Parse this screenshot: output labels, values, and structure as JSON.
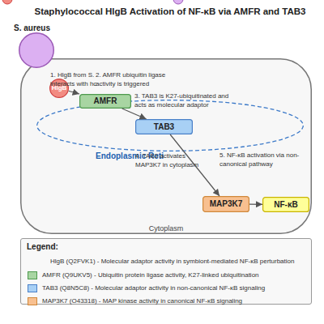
{
  "diagram": {
    "title": "Staphylococcal HlgB Activation of NF-κB via AMFR and TAB3",
    "nodes": [
      {
        "text": [
          "S. aureus"
        ]
      },
      {
        "text": [
          "Cytoplasm"
        ]
      },
      {
        "text": [
          "HlgB"
        ],
        "in": 1
      },
      {
        "text": [
          "Endoplasmic Reti"
        ],
        "in": 1
      },
      {
        "text": [
          "AMFR"
        ],
        "in": 3
      },
      {
        "text": [
          "TAB3"
        ],
        "in": 3
      },
      {
        "text": [
          "MAP3K7"
        ],
        "in": 1
      },
      {
        "text": [
          "NF-κB"
        ],
        "in": 1
      }
    ],
    "edges": [
      {
        "from": 2,
        "to": 4,
        "arrow": "to"
      },
      {
        "from": 4,
        "to": 5,
        "arrow": "to"
      },
      {
        "from": 5,
        "to": 6,
        "arrow": "to"
      },
      {
        "from": 6,
        "to": 7,
        "arrow": "to"
      }
    ],
    "labels": [
      "1. HlgB from S. interacts with hc",
      "2. AMFR ubiquitin ligase activity is triggered",
      "3. TAB3 is K27-ubiquitinated and acts as molecular adaptor",
      "4. TAB3 activates MAP3K7 in cytoplasm",
      "5. NF-κB activation via non-canonical pathway",
      "Legend:"
    ],
    "legend": [
      {
        "text": "HlgB (Q2FVK1) - Molecular adaptor activity in symbiont-mediated NF-κB perturbation"
      },
      {
        "text": "AMFR (Q9UKV5) - Ubiquitin protein ligase activity, K27-linked ubiquitination",
        "color": "#a8d5a2"
      },
      {
        "text": "TAB3 (Q8N5C8) - Molecular adaptor activity in non-canonical NF-κB signaling",
        "color": "#a8d0f5"
      },
      {
        "text": "MAP3K7 (O43318) - MAP kinase activity in canonical NF-κB signaling",
        "color": "#f8c090"
      }
    ]
  }
}
